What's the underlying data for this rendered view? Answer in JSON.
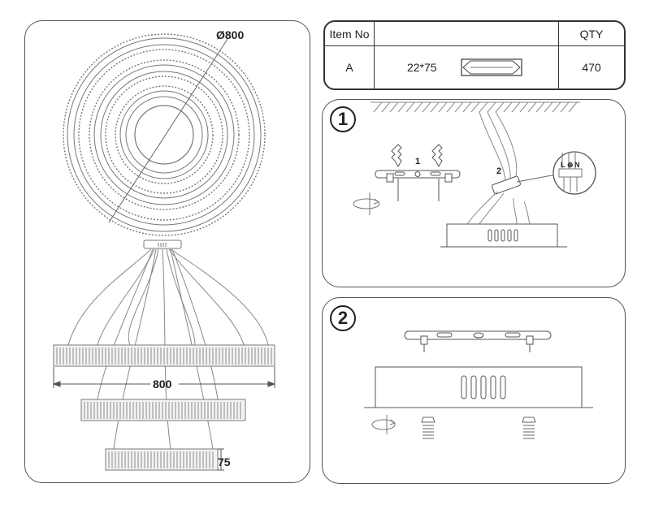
{
  "overview": {
    "diameter_label": "Ø800",
    "width_label": "800",
    "height_label": "75"
  },
  "parts_table": {
    "header": {
      "item_no": "Item No",
      "description": "",
      "qty": "QTY"
    },
    "rows": [
      {
        "item_no": "A",
        "size": "22*75",
        "qty": "470"
      }
    ]
  },
  "step1": {
    "step_number": "1",
    "callout_1": "1",
    "callout_2": "2",
    "terminal_letters": [
      "L",
      "⊕",
      "N"
    ]
  },
  "step2": {
    "step_number": "2"
  }
}
